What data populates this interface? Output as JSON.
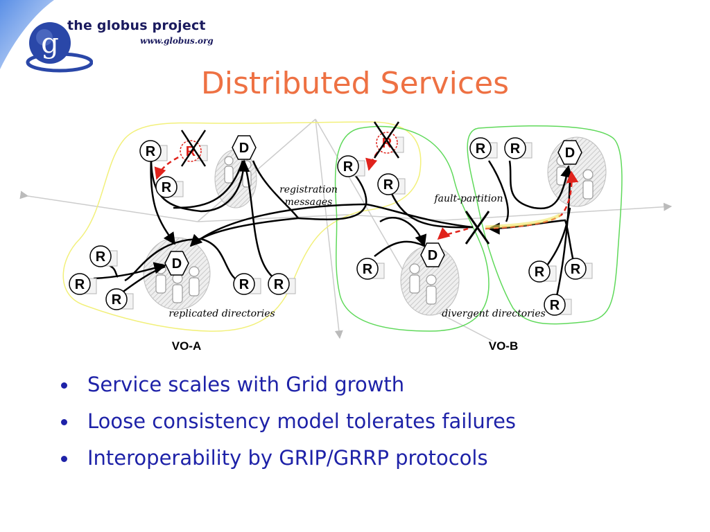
{
  "logo": {
    "brand_line": "the globus project",
    "url_line": "www.globus.org",
    "mark": "g"
  },
  "title": "Distributed Services",
  "diagram": {
    "node_R": "R",
    "node_D": "D",
    "label_registration_1": "registration",
    "label_registration_2": "messages",
    "label_fault_partition": "fault-partition",
    "label_replicated": "replicated directories",
    "label_divergent": "divergent directories",
    "label_vo_a": "VO-A",
    "label_vo_b": "VO-B",
    "colors": {
      "vo_a_outline": "#f2f07a",
      "vo_b_outline": "#5fd95a",
      "failure_red": "#e0231c",
      "connector": "#000000",
      "background_lines": "#cccccc"
    }
  },
  "bullets": [
    "Service scales with Grid growth",
    "Loose consistency model tolerates failures",
    "Interoperability by GRIP/GRRP protocols"
  ]
}
